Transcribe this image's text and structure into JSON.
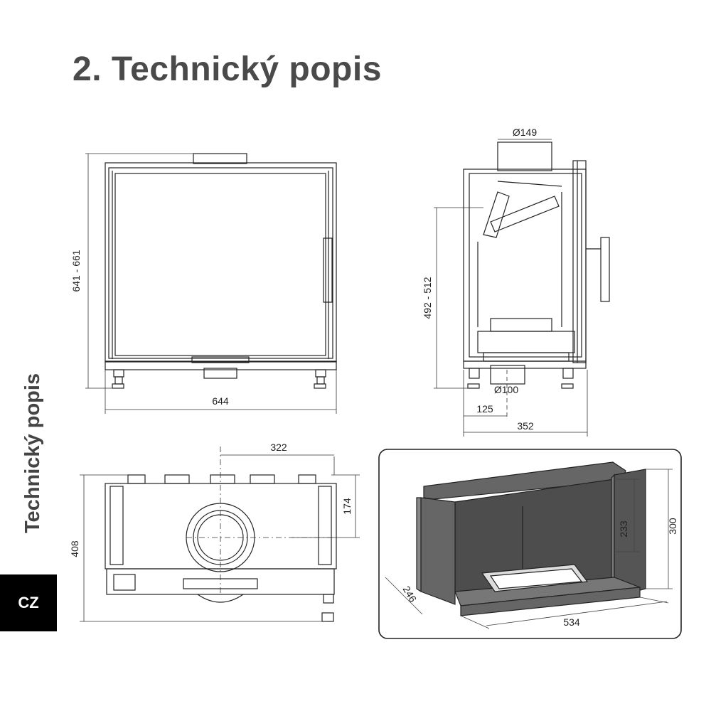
{
  "page": {
    "title": "2. Technický popis",
    "side_title": "Technický popis",
    "lang_badge": "CZ"
  },
  "front_view": {
    "height_label": "641 - 661",
    "width_label": "644"
  },
  "side_view": {
    "flue_top_label": "Ø149",
    "height_label": "492 - 512",
    "air_inlet_label": "Ø100",
    "air_offset_label": "125",
    "depth_label": "352"
  },
  "top_view": {
    "center_offset_label": "322",
    "flue_depth_label": "174",
    "depth_label": "408"
  },
  "firebox_view": {
    "height_back_label": "233",
    "height_front_label": "300",
    "depth_label": "246",
    "width_label": "534"
  }
}
